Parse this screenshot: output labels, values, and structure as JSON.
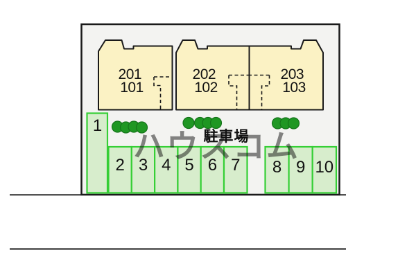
{
  "colors": {
    "page_bg": "#ffffff",
    "site_fill": "#f3f3f1",
    "outline": "#1a1a1a",
    "building_fill": "#fbf2c4",
    "parking_fill": "#d7edcc",
    "parking_border": "#35cf35",
    "tree_fill": "#1f9723",
    "road_line": "#333333",
    "text": "#111111",
    "watermark_color": "#ffffff"
  },
  "site_plan": {
    "buildings": [
      {
        "name": "building-1",
        "upper_room": "201",
        "lower_room": "101"
      },
      {
        "name": "building-2",
        "upper_room": "202",
        "lower_room": "102"
      },
      {
        "name": "building-3",
        "upper_room": "203",
        "lower_room": "103"
      }
    ],
    "parking": {
      "area_label": "駐車場",
      "spaces": [
        "1",
        "2",
        "3",
        "4",
        "5",
        "6",
        "7",
        "8",
        "9",
        "10"
      ]
    },
    "tree_clusters": [
      4,
      4,
      3
    ],
    "watermark": "ハウスコム"
  }
}
